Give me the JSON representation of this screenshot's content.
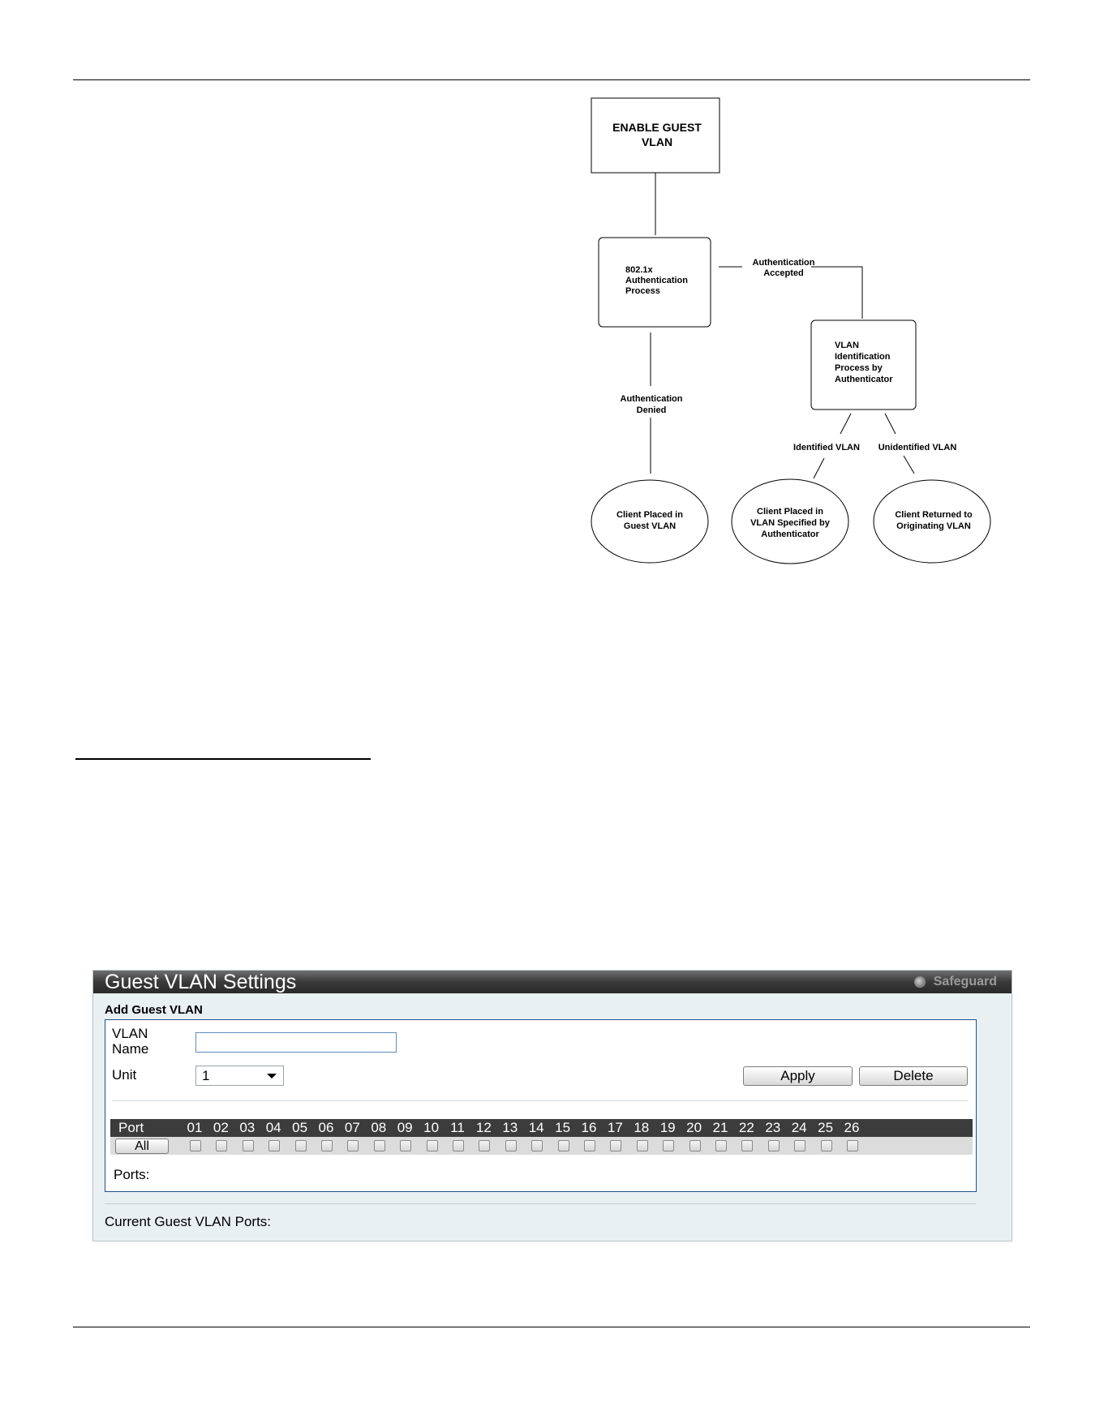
{
  "flowchart": {
    "enable_guest_vlan": [
      "ENABLE GUEST",
      "VLAN"
    ],
    "auth_process": [
      "802.1x",
      "Authentication",
      "Process"
    ],
    "auth_accepted": [
      "Authentication",
      "Accepted"
    ],
    "vlan_identification": [
      "VLAN",
      "Identification",
      "Process by",
      "Authenticator"
    ],
    "auth_denied": [
      "Authentication",
      "Denied"
    ],
    "identified_vlan": "Identified VLAN",
    "unidentified_vlan": "Unidentified VLAN",
    "client_guest": [
      "Client Placed in",
      "Guest VLAN"
    ],
    "client_specified": [
      "Client Placed in",
      "VLAN Specified by",
      "Authenticator"
    ],
    "client_returned": [
      "Client Returned to",
      "Originating VLAN"
    ]
  },
  "panel": {
    "title": "Guest VLAN Settings",
    "safeguard": "Safeguard",
    "sub_title": "Add Guest VLAN",
    "vlan_name_label_1": "VLAN",
    "vlan_name_label_2": "Name",
    "vlan_name_value": "",
    "unit_label": "Unit",
    "unit_value": "1",
    "apply_label": "Apply",
    "delete_label": "Delete",
    "port_label": "Port",
    "all_label": "All",
    "ports": [
      "01",
      "02",
      "03",
      "04",
      "05",
      "06",
      "07",
      "08",
      "09",
      "10",
      "11",
      "12",
      "13",
      "14",
      "15",
      "16",
      "17",
      "18",
      "19",
      "20",
      "21",
      "22",
      "23",
      "24",
      "25",
      "26"
    ],
    "ports_label": "Ports:",
    "current_label": "Current Guest VLAN Ports:"
  }
}
